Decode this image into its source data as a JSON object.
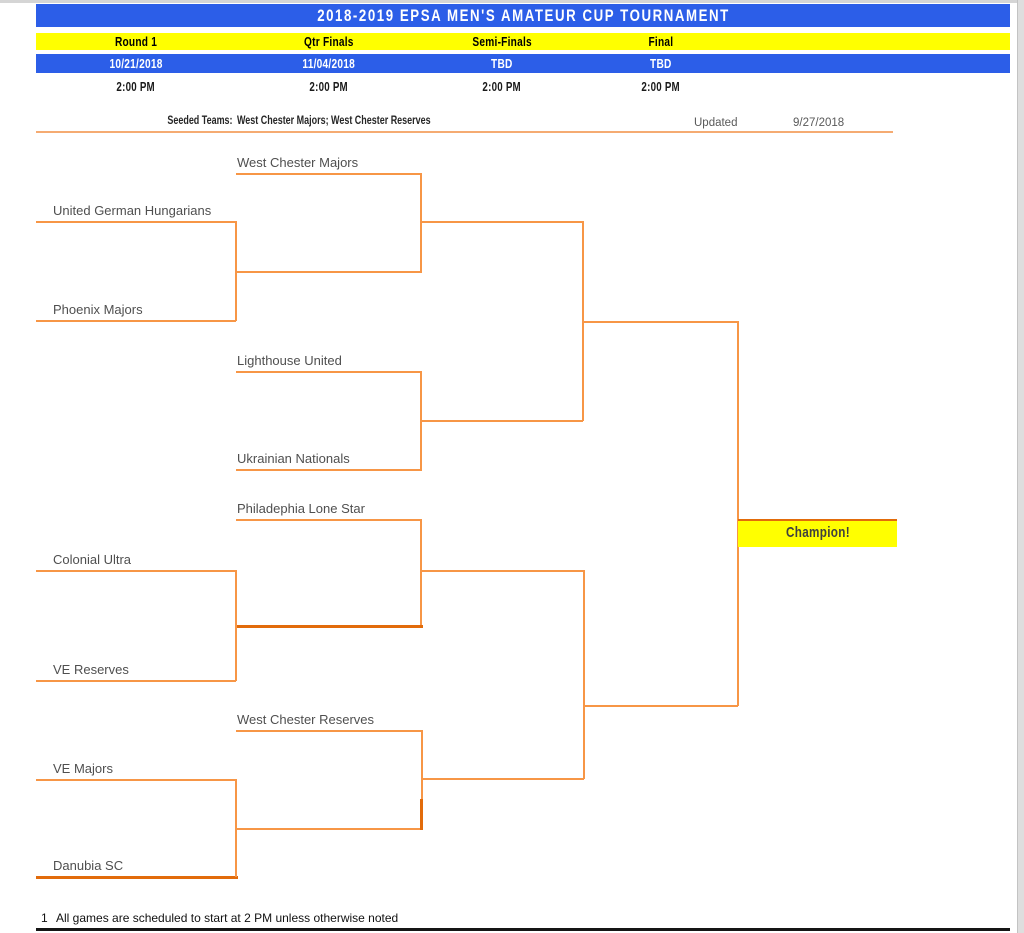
{
  "title": "2018-2019 EPSA MEN'S AMATEUR CUP TOURNAMENT",
  "columns": [
    {
      "round": "Round 1",
      "date": "10/21/2018",
      "time": "2:00 PM"
    },
    {
      "round": "Qtr Finals",
      "date": "11/04/2018",
      "time": "2:00 PM"
    },
    {
      "round": "Semi-Finals",
      "date": "TBD",
      "time": "2:00 PM"
    },
    {
      "round": "Final",
      "date": "TBD",
      "time": "2:00 PM"
    }
  ],
  "seeded": {
    "label": "Seeded Teams:",
    "value": "West Chester Majors; West Chester Reserves"
  },
  "updated": {
    "label": "Updated",
    "date": "9/27/2018"
  },
  "champion_label": "Champion!",
  "footnote": {
    "number": "1",
    "text": "All games are scheduled to start at 2 PM unless otherwise noted"
  },
  "bracket": {
    "teams": [
      {
        "id": "west-chester-majors",
        "name": "West Chester Majors",
        "enters": "Qtr Finals"
      },
      {
        "id": "united-german-hungarians",
        "name": "United German Hungarians",
        "enters": "Round 1"
      },
      {
        "id": "phoenix-majors",
        "name": "Phoenix Majors",
        "enters": "Round 1"
      },
      {
        "id": "lighthouse-united",
        "name": "Lighthouse United",
        "enters": "Qtr Finals"
      },
      {
        "id": "ukrainian-nationals",
        "name": "Ukrainian Nationals",
        "enters": "Qtr Finals"
      },
      {
        "id": "philadephia-lone-star",
        "name": "Philadephia Lone Star",
        "enters": "Qtr Finals"
      },
      {
        "id": "colonial-ultra",
        "name": "Colonial Ultra",
        "enters": "Round 1"
      },
      {
        "id": "ve-reserves",
        "name": "VE Reserves",
        "enters": "Round 1"
      },
      {
        "id": "west-chester-reserves",
        "name": "West Chester Reserves",
        "enters": "Qtr Finals"
      },
      {
        "id": "ve-majors",
        "name": "VE Majors",
        "enters": "Round 1"
      },
      {
        "id": "danubia-sc",
        "name": "Danubia SC",
        "enters": "Round 1"
      }
    ],
    "round1_matches": [
      [
        "United German Hungarians",
        "Phoenix Majors"
      ],
      [
        "Colonial Ultra",
        "VE Reserves"
      ],
      [
        "VE Majors",
        "Danubia SC"
      ]
    ]
  },
  "colors": {
    "band_blue": "#2c5ee8",
    "band_yellow": "#ffff00",
    "bracket_line": "#f79646",
    "bracket_line_bold": "#e26b0a"
  }
}
